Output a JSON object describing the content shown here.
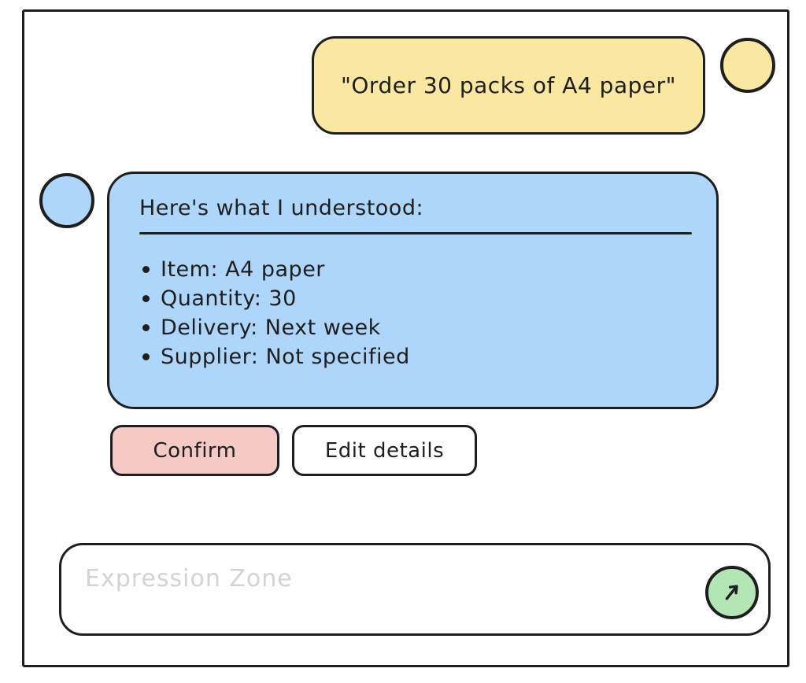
{
  "colors": {
    "ink": "#1e1e1e",
    "yellow": "#fae7a0",
    "blue": "#aed6fa",
    "pink": "#f5c9c5",
    "green": "#b4e6b5",
    "placeholder": "#d3d3d3"
  },
  "user_message": {
    "text": "\"Order 30 packs of A4 paper\""
  },
  "assistant_message": {
    "heading": "Here's what I understood:",
    "items": [
      "Item: A4 paper",
      "Quantity: 30",
      "Delivery: Next week",
      "Supplier: Not specified"
    ]
  },
  "actions": {
    "confirm_label": "Confirm",
    "edit_label": "Edit details"
  },
  "composer": {
    "placeholder": "Expression Zone",
    "send_icon": "arrow-up-right-icon"
  }
}
